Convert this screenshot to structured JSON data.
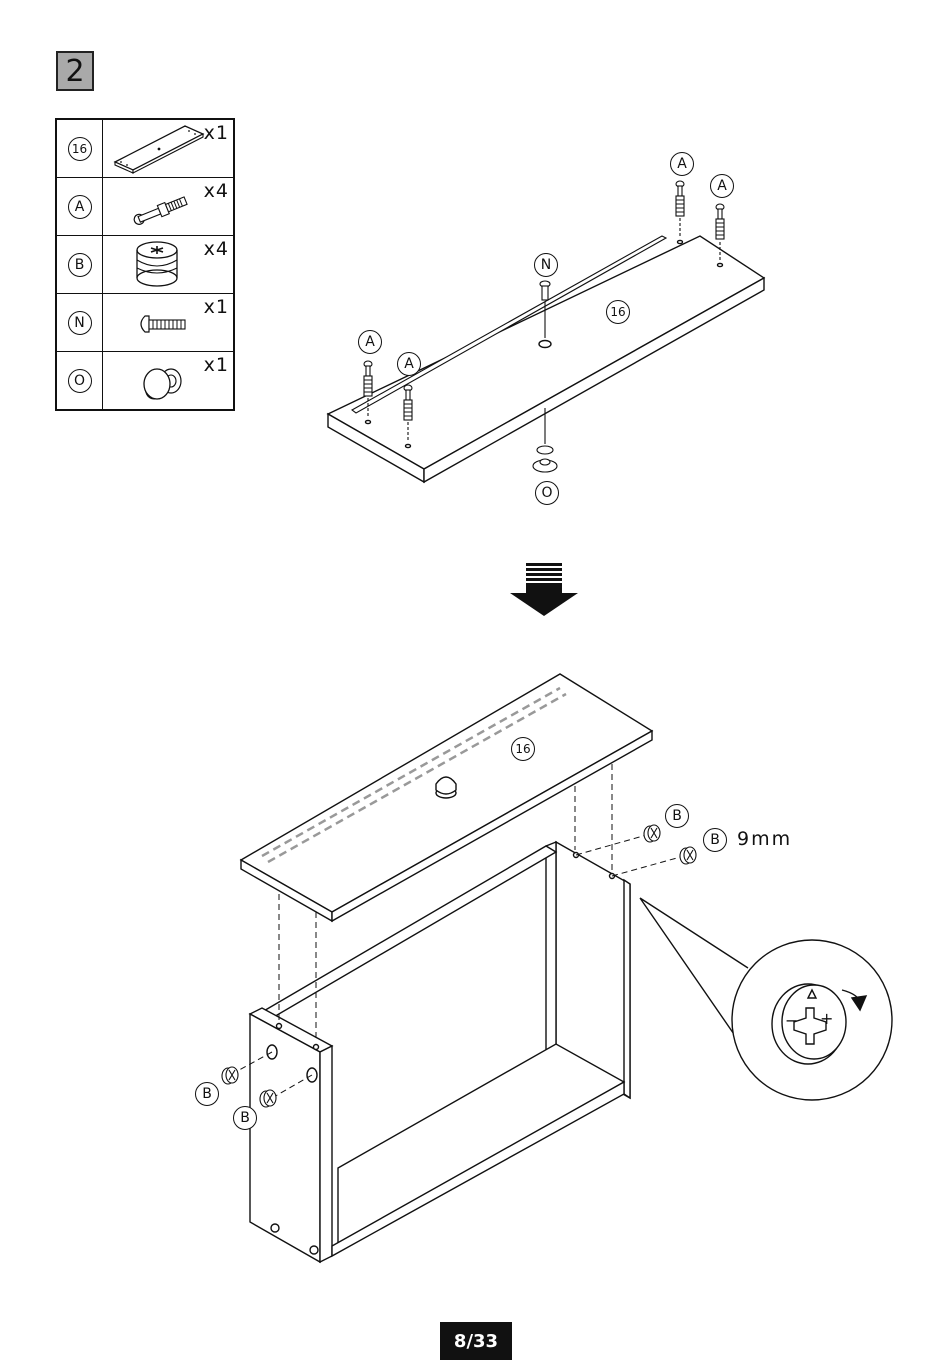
{
  "step": {
    "number": "2"
  },
  "parts": [
    {
      "id": "16",
      "qty": "x1",
      "icon": "panel-icon"
    },
    {
      "id": "A",
      "qty": "x4",
      "icon": "cam-bolt-icon"
    },
    {
      "id": "B",
      "qty": "x4",
      "icon": "cam-lock-icon"
    },
    {
      "id": "N",
      "qty": "x1",
      "icon": "screw-icon"
    },
    {
      "id": "O",
      "qty": "x1",
      "icon": "knob-icon"
    }
  ],
  "top_diagram": {
    "labels": {
      "a1": "A",
      "a2": "A",
      "a3": "A",
      "a4": "A",
      "n": "N",
      "o": "O",
      "panel": "16"
    }
  },
  "bottom_diagram": {
    "labels": {
      "panel": "16",
      "b1": "B",
      "b2": "B",
      "b3": "B",
      "b4": "B"
    },
    "measurement": "9mm"
  },
  "footer": {
    "page": "8/33"
  }
}
